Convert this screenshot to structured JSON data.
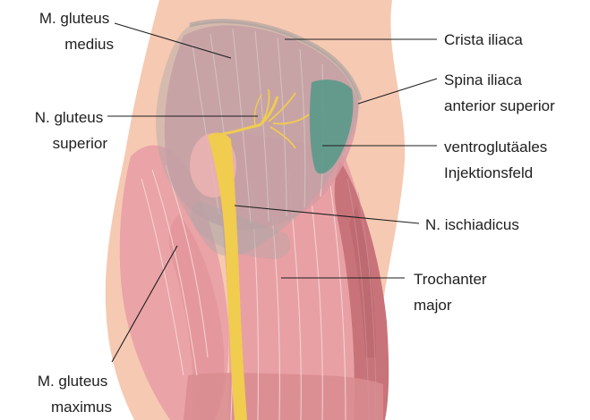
{
  "labels": {
    "gluteus_medius": [
      "M. gluteus",
      "medius"
    ],
    "gluteus_superior": [
      "N. gluteus",
      "superior"
    ],
    "gluteus_maximus": [
      "M. gluteus",
      "maximus"
    ],
    "crista_iliaca": [
      "Crista iliaca"
    ],
    "spina_iliaca": [
      "Spina iliaca",
      "anterior superior"
    ],
    "injektionsfeld": [
      "ventroglutäales",
      "Injektionsfeld"
    ],
    "ischiadicus": [
      "N. ischiadicus"
    ],
    "trochanter": [
      "Trochanter",
      "major"
    ]
  },
  "colors": {
    "skin": "#f6c9b3",
    "muscle": "#e9a9ac",
    "muscle_dark": "#cf8589",
    "pelvis_overlay": "#a9a6a8",
    "nerve": "#f0cc4f",
    "injection_field": "#5f9a8a"
  }
}
